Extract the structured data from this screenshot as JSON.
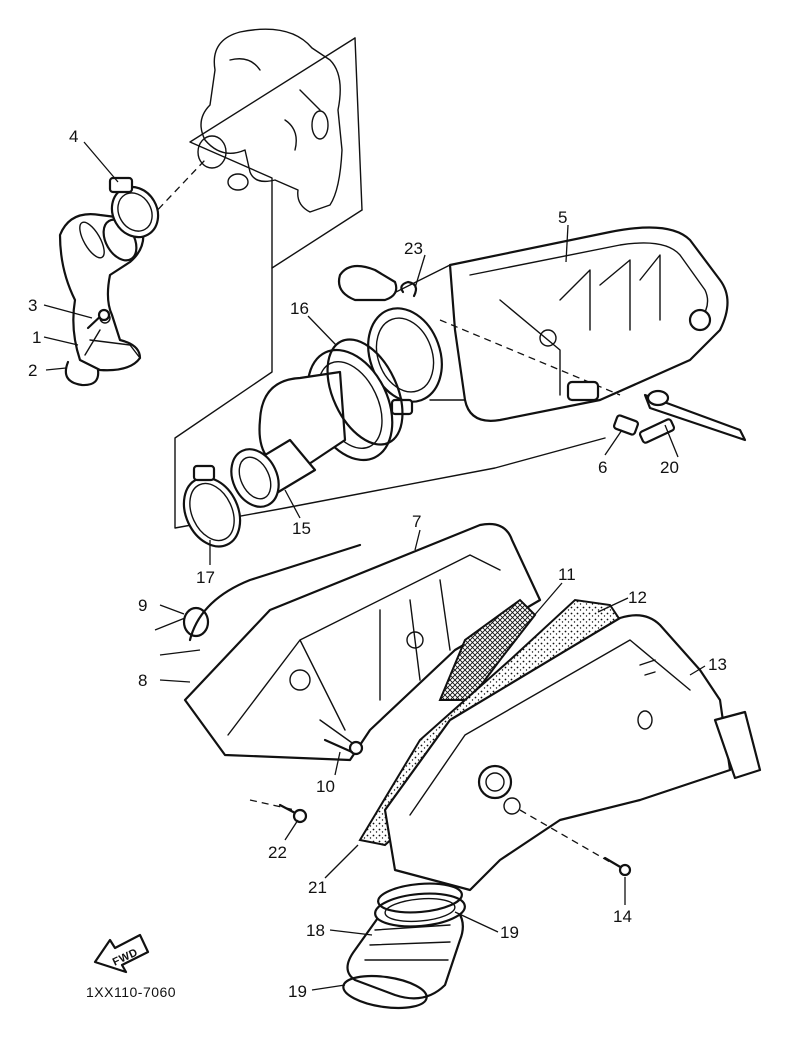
{
  "diagram": {
    "callouts": {
      "c1": "1",
      "c2": "2",
      "c3": "3",
      "c4": "4",
      "c5": "5",
      "c6": "6",
      "c7": "7",
      "c8": "8",
      "c9": "9",
      "c10": "10",
      "c11": "11",
      "c12": "12",
      "c13": "13",
      "c14": "14",
      "c15": "15",
      "c16": "16",
      "c17": "17",
      "c18": "18",
      "c19a": "19",
      "c19b": "19",
      "c20": "20",
      "c21": "21",
      "c22": "22",
      "c23": "23"
    },
    "fwd_label": "FWD",
    "part_code": "1XX110-7060"
  }
}
